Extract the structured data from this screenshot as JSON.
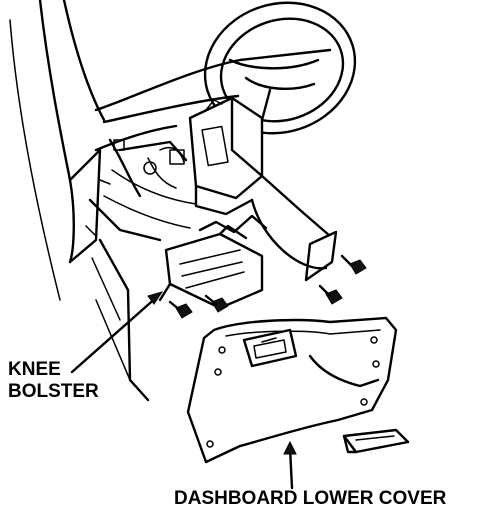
{
  "labels": {
    "knee_bolster_line1": "KNEE",
    "knee_bolster_line2": "BOLSTER",
    "dashboard_lower_cover": "DASHBOARD LOWER COVER"
  },
  "colors": {
    "ink": "#000000",
    "paper": "#ffffff"
  }
}
